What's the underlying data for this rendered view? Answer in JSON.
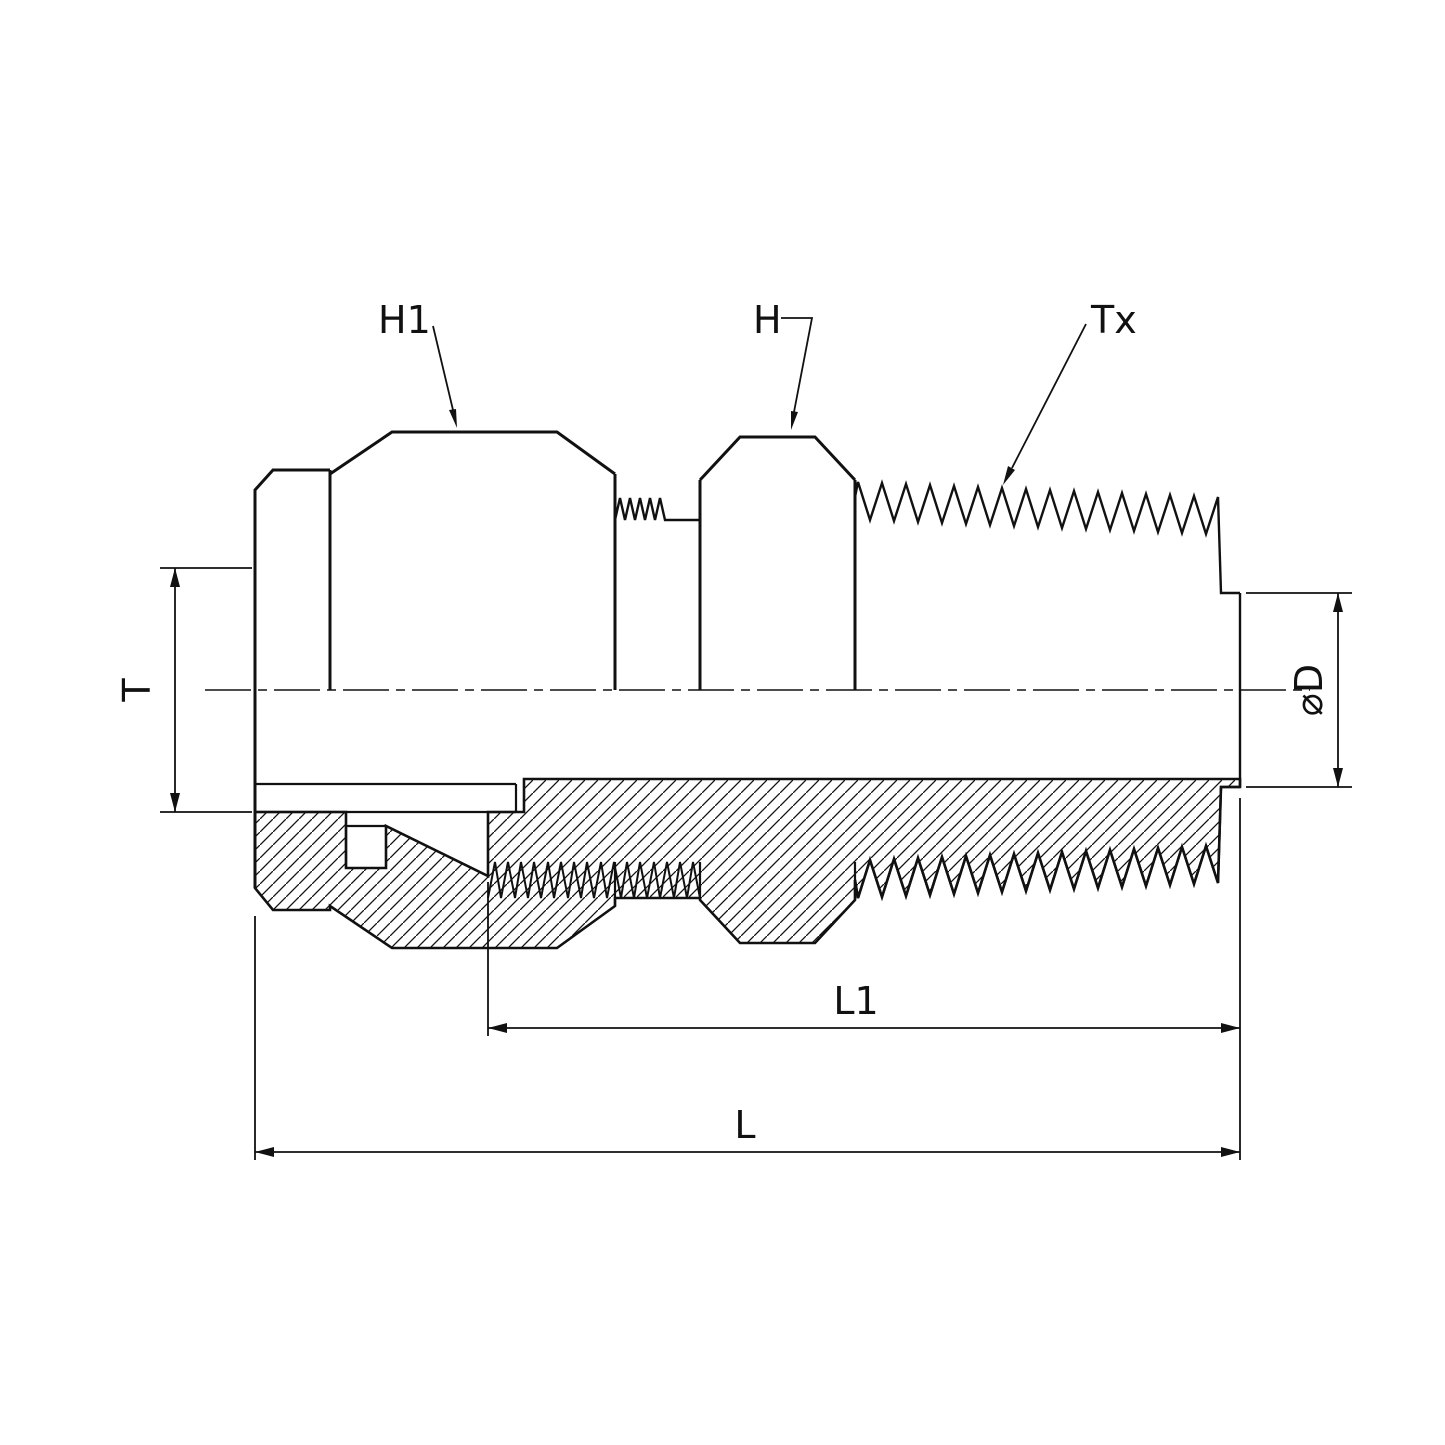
{
  "drawing": {
    "background": "#ffffff",
    "line_color": "#111111",
    "labels": {
      "h1": "H1",
      "h": "H",
      "tx": "Tx",
      "t": "T",
      "d": "⌀D",
      "l1": "L1",
      "l": "L"
    }
  }
}
